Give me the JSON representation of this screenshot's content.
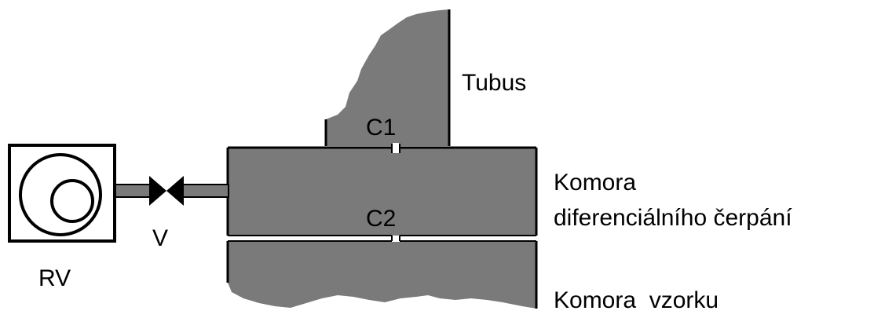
{
  "labels": {
    "tubus": "Tubus",
    "c1": "C1",
    "komora_dif_line1": "Komora",
    "komora_dif_line2": "diferenciálního čerpání",
    "c2": "C2",
    "komora_vzorku": "Komora  vzorku",
    "rv": "RV",
    "v": "V"
  },
  "colors": {
    "fill": "#7a7a7a",
    "outline": "#000000",
    "background": "#ffffff"
  }
}
